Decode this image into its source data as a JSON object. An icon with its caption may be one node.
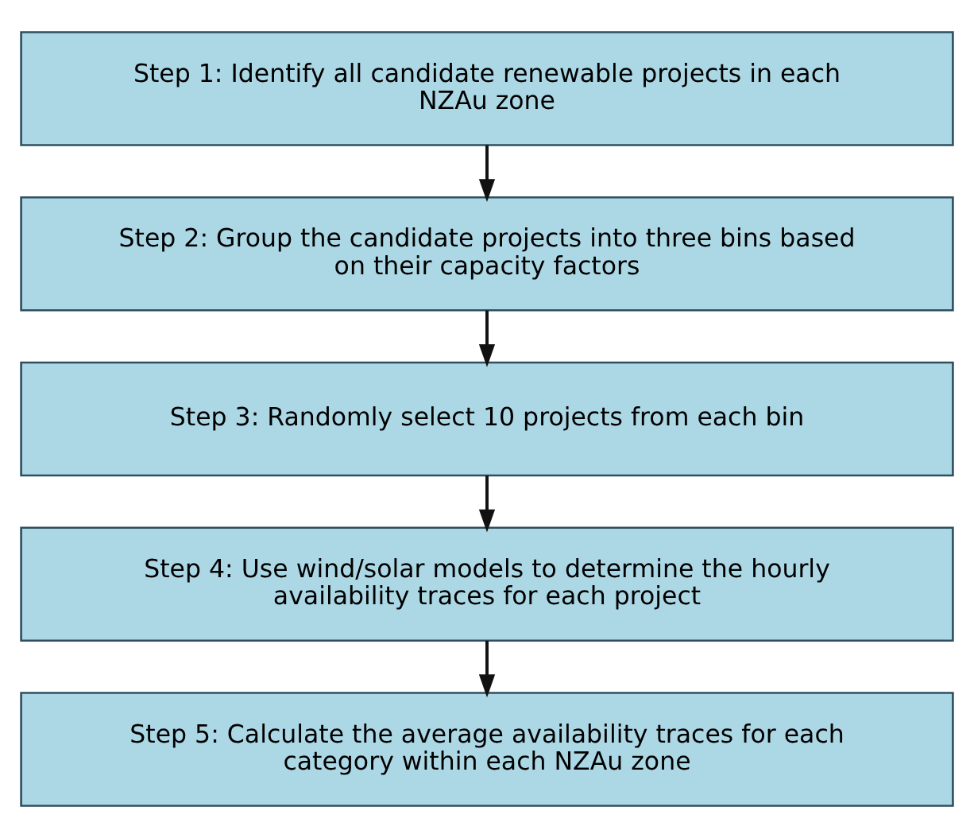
{
  "diagram": {
    "nodes": [
      {
        "text": [
          "Step 1: Identify all candidate renewable projects in each NZAu zone"
        ]
      },
      {
        "text": [
          "Step 2: Group the candidate projects into three bins based on their capacity factors"
        ]
      },
      {
        "text": [
          "Step 3: Randomly select 10 projects from each bin"
        ]
      },
      {
        "text": [
          "Step 4: Use wind/solar models to determine the hourly availability traces for each project"
        ]
      },
      {
        "text": [
          "Step 5: Calculate the average availability traces for each category within each NZAu zone"
        ]
      }
    ],
    "edges": [
      {
        "from": 0,
        "to": 1,
        "arrow": "to"
      },
      {
        "from": 1,
        "to": 2,
        "arrow": "to"
      },
      {
        "from": 2,
        "to": 3,
        "arrow": "to"
      },
      {
        "from": 3,
        "to": 4,
        "arrow": "to"
      }
    ]
  }
}
